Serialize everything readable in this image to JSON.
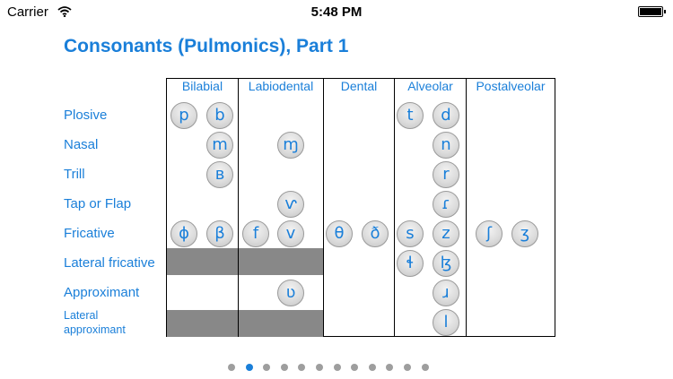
{
  "status_bar": {
    "carrier": "Carrier",
    "time": "5:48 PM"
  },
  "title": "Consonants (Pulmonics), Part 1",
  "columns": [
    "Bilabial",
    "Labiodental",
    "Dental",
    "Alveolar",
    "Postalveolar"
  ],
  "rows": [
    "Plosive",
    "Nasal",
    "Trill",
    "Tap or Flap",
    "Fricative",
    "Lateral fricative",
    "Approximant",
    "Lateral approximant"
  ],
  "symbols": {
    "plosive": [
      "p",
      "b",
      "t",
      "d"
    ],
    "nasal": [
      "m",
      "ɱ",
      "n"
    ],
    "trill": [
      "ʙ",
      "r"
    ],
    "tap": [
      "ⱱ",
      "ɾ"
    ],
    "fricative": [
      "ɸ",
      "β",
      "f",
      "v",
      "θ",
      "ð",
      "s",
      "z",
      "ʃ",
      "ʒ"
    ],
    "lateral_fricative": [
      "ɬ",
      "ɮ"
    ],
    "approximant": [
      "ʋ",
      "ɹ"
    ],
    "lateral_approximant": [
      "l"
    ]
  },
  "pagination": {
    "count": 12,
    "active_index": 1
  },
  "colors": {
    "accent": "#1a7fd9",
    "shade": "#888888"
  }
}
